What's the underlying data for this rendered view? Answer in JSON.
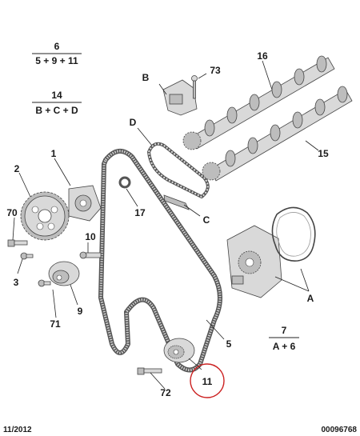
{
  "diagram": {
    "callouts": {
      "c1": "1",
      "c2": "2",
      "c3": "3",
      "c5": "5",
      "c9": "9",
      "c10": "10",
      "c11": "11",
      "c15": "15",
      "c16": "16",
      "c17": "17",
      "c70": "70",
      "c71": "71",
      "c72": "72",
      "c73": "73",
      "cA": "A",
      "cB": "B",
      "cC": "C",
      "cD": "D"
    },
    "kits": [
      {
        "number": "6",
        "composition": "5 + 9 + 11"
      },
      {
        "number": "14",
        "composition": "B + C + D"
      },
      {
        "number": "7",
        "composition": "A + 6"
      }
    ],
    "highlight_color": "#cc2222",
    "footer": {
      "date": "11/2012",
      "reference": "00096768"
    }
  }
}
